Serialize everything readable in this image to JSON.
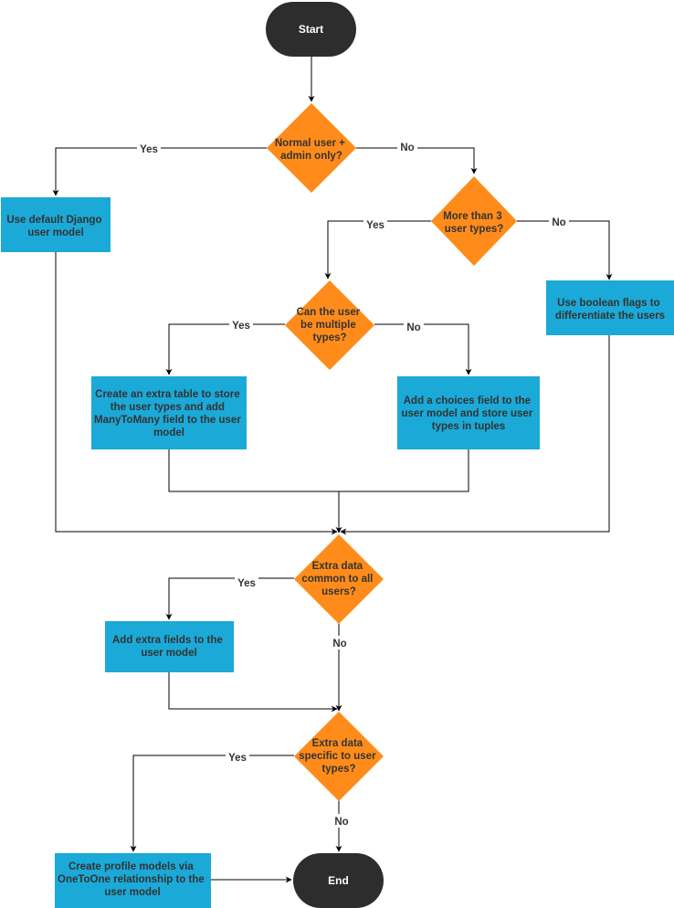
{
  "colors": {
    "process_fill": "#1ba9d8",
    "decision_fill": "#ff8c1a",
    "terminal_fill": "#2d2d2d",
    "line": "#000000"
  },
  "nodes": {
    "start": {
      "label": [
        "Start"
      ]
    },
    "normal_admin": {
      "label": [
        "Normal user +",
        "admin only?"
      ]
    },
    "default_model": {
      "label": [
        "Use default Django",
        "user model"
      ]
    },
    "more_than_3": {
      "label": [
        "More than 3",
        "user types?"
      ]
    },
    "multiple_types": {
      "label": [
        "Can the user",
        "be multiple",
        "types?"
      ]
    },
    "boolean_flags": {
      "label": [
        "Use boolean flags to",
        "differentiate the users"
      ]
    },
    "extra_table": {
      "label": [
        "Create an extra table to store",
        "the user types and add",
        "ManyToMany field to the user",
        "model"
      ]
    },
    "choices_field": {
      "label": [
        "Add a choices field to the",
        "user model and store user",
        "types in tuples"
      ]
    },
    "extra_common": {
      "label": [
        "Extra data",
        "common to all",
        "users?"
      ]
    },
    "extra_fields": {
      "label": [
        "Add extra fields to the",
        "user model"
      ]
    },
    "extra_specific": {
      "label": [
        "Extra data",
        "specific to user",
        "types?"
      ]
    },
    "profile_models": {
      "label": [
        "Create profile models via",
        "OneToOne relationship to the",
        "user model"
      ]
    },
    "end": {
      "label": [
        "End"
      ]
    }
  },
  "edge_labels": {
    "normal_admin_yes": "Yes",
    "normal_admin_no": "No",
    "more_than_3_yes": "Yes",
    "more_than_3_no": "No",
    "multiple_yes": "Yes",
    "multiple_no": "No",
    "common_yes": "Yes",
    "common_no": "No",
    "specific_yes": "Yes",
    "specific_no": "No"
  }
}
